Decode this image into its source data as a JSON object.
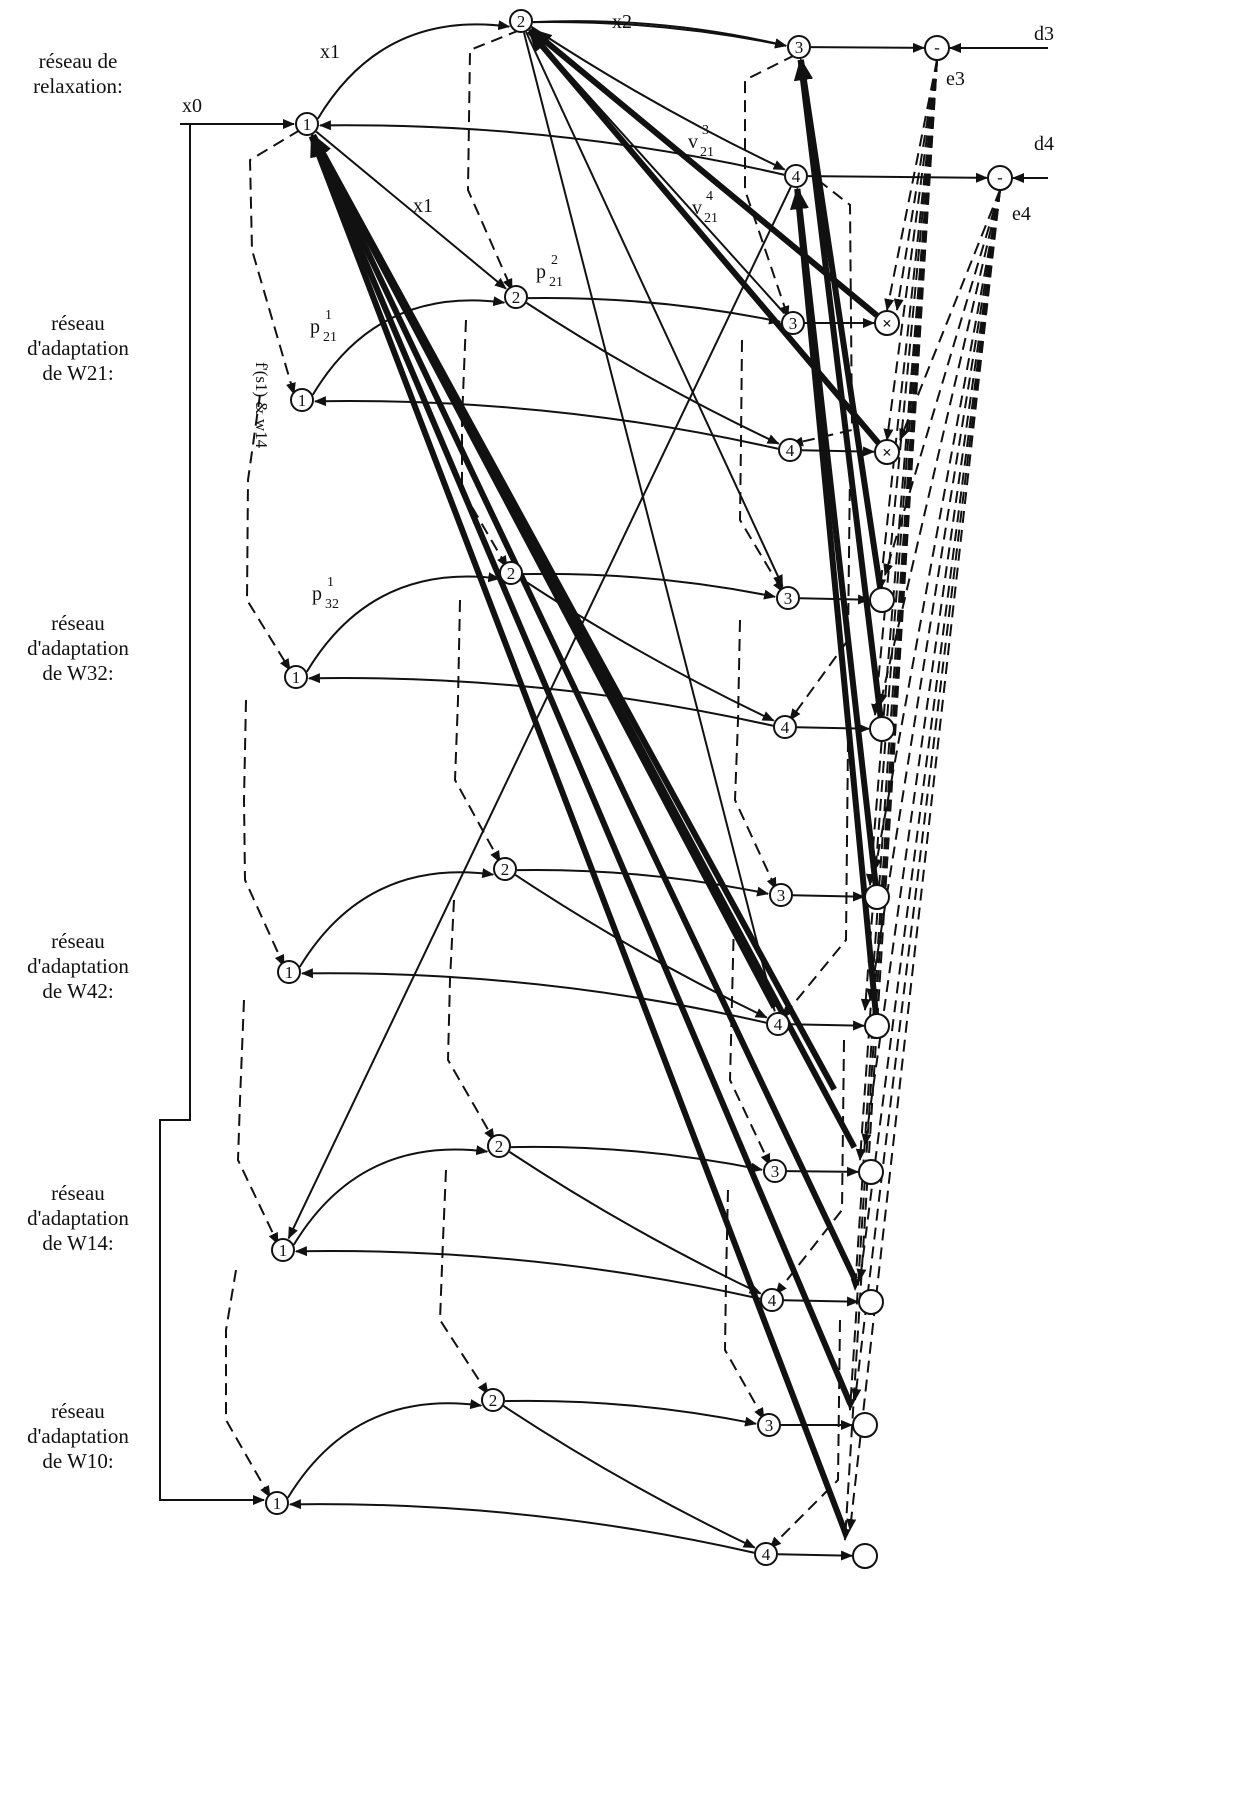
{
  "row_labels": [
    [
      "réseau de",
      "relaxation:"
    ],
    [
      "réseau",
      "d'adaptation",
      "de W21:"
    ],
    [
      "réseau",
      "d'adaptation",
      "de W32:"
    ],
    [
      "réseau",
      "d'adaptation",
      "de W42:"
    ],
    [
      "réseau",
      "d'adaptation",
      "de W14:"
    ],
    [
      "réseau",
      "d'adaptation",
      "de W10:"
    ]
  ],
  "node_numbers": [
    "1",
    "2",
    "3",
    "4"
  ],
  "relaxation": {
    "input": "x0",
    "edge_x1": "x1",
    "edge_x2": "x2",
    "targets": [
      "d3",
      "d4"
    ],
    "errors": [
      "e3",
      "e4"
    ],
    "error_node": "-"
  },
  "weights": {
    "v": "v",
    "v3_sup": "3",
    "v3_sub": "21",
    "v4_sup": "4",
    "v4_sub": "21",
    "x1_lower": "x1",
    "p": "p",
    "p21_2_sup": "2",
    "p21_2_sub": "21",
    "p21_1_sup": "1",
    "p21_1_sub": "21",
    "p32_1_sup": "1",
    "p32_1_sub": "32"
  },
  "vertical_note": "f'(s1) & w14",
  "multiplier": "×"
}
